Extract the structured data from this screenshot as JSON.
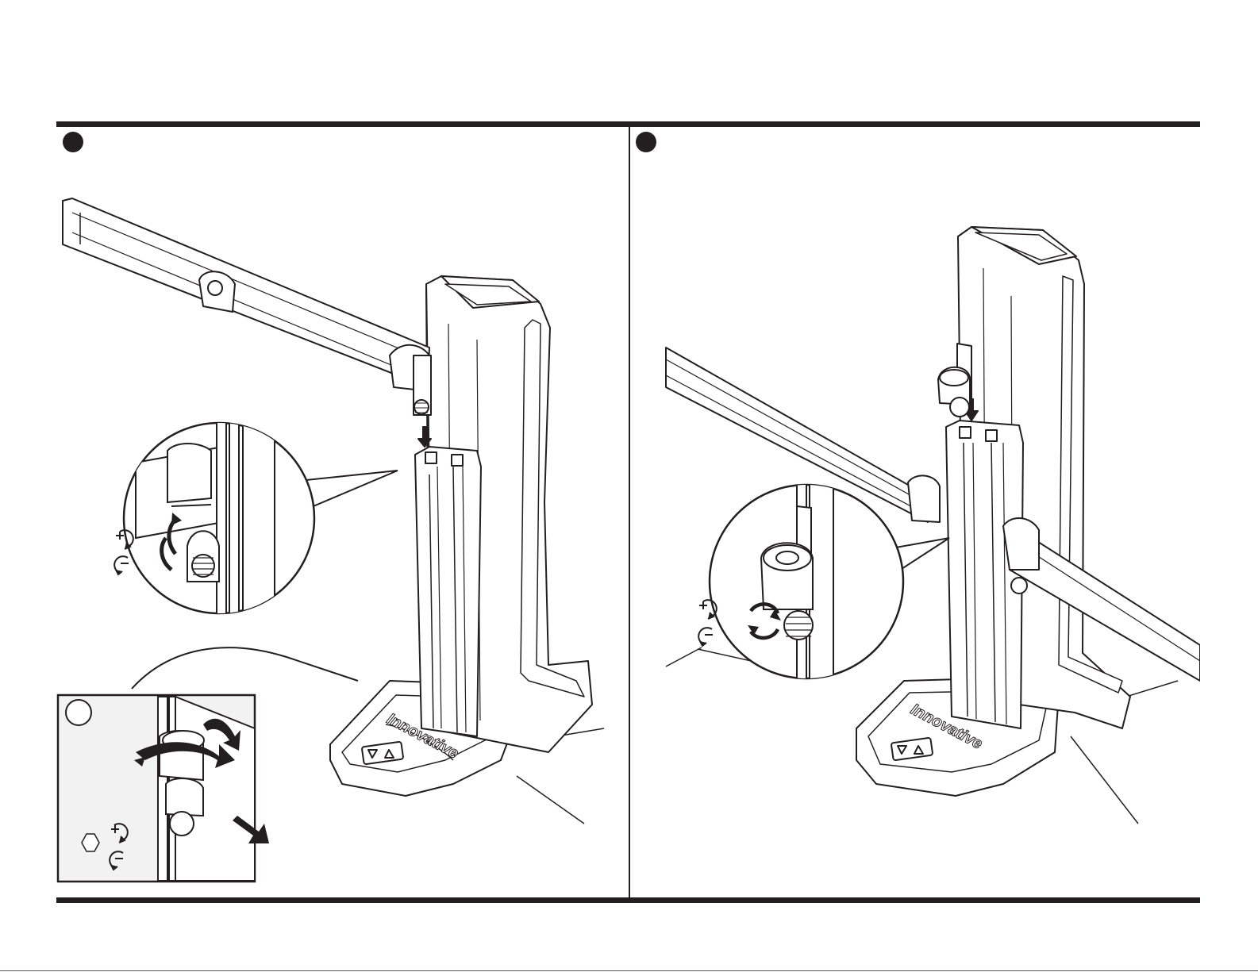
{
  "panels": [
    {
      "id": "step-1",
      "brand_label": "Innovative"
    },
    {
      "id": "step-2",
      "brand_label": "Innovative"
    }
  ],
  "icons": [
    "tighten-clockwise-icon",
    "loosen-counterclockwise-icon",
    "hex-key-icon",
    "push-arrow-icon",
    "rotate-arrow-icon",
    "down-arrow-icon"
  ],
  "colors": {
    "line": "#231f20",
    "detail_bg": "#f2f2f2",
    "fill": "#ffffff"
  }
}
